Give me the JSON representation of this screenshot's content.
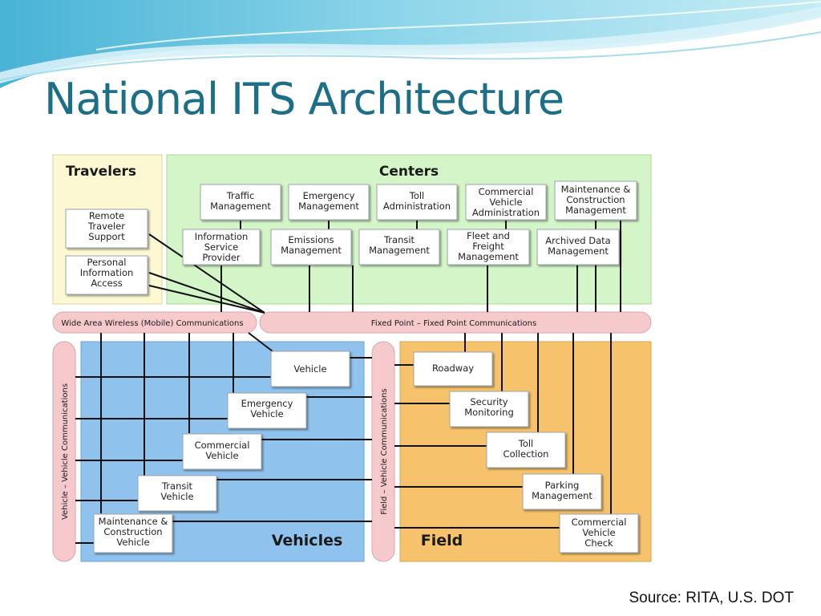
{
  "slide": {
    "title": "National ITS Architecture",
    "source": "Source: RITA, U.S. DOT"
  },
  "colors": {
    "title": "#1d6f87",
    "travelers_bg": "#fbf8d2",
    "centers_bg": "#d3f5c8",
    "vehicles_bg": "#8fc3ee",
    "field_bg": "#f6c26c",
    "communications_bar": "#f6c9cd"
  },
  "diagram": {
    "regions": {
      "travelers": "Travelers",
      "centers": "Centers",
      "vehicles": "Vehicles",
      "field": "Field"
    },
    "communications": {
      "wide_area_wireless": "Wide Area Wireless (Mobile) Communications",
      "fixed_point": "Fixed Point – Fixed Point Communications",
      "vehicle_vehicle": "Vehicle – Vehicle Communications",
      "field_vehicle": "Field – Vehicle Communications"
    },
    "travelers": [
      {
        "lines": [
          "Remote",
          "Traveler",
          "Support"
        ]
      },
      {
        "lines": [
          "Personal",
          "Information",
          "Access"
        ]
      }
    ],
    "centers": [
      {
        "lines": [
          "Traffic",
          "Management"
        ]
      },
      {
        "lines": [
          "Emergency",
          "Management"
        ]
      },
      {
        "lines": [
          "Toll",
          "Administration"
        ]
      },
      {
        "lines": [
          "Commercial",
          "Vehicle",
          "Administration"
        ]
      },
      {
        "lines": [
          "Maintenance &",
          "Construction",
          "Management"
        ]
      },
      {
        "lines": [
          "Information",
          "Service",
          "Provider"
        ]
      },
      {
        "lines": [
          "Emissions",
          "Management"
        ]
      },
      {
        "lines": [
          "Transit",
          "Management"
        ]
      },
      {
        "lines": [
          "Fleet and",
          "Freight",
          "Management"
        ]
      },
      {
        "lines": [
          "Archived Data",
          "Management"
        ]
      }
    ],
    "vehicles": [
      {
        "lines": [
          "Vehicle"
        ]
      },
      {
        "lines": [
          "Emergency",
          "Vehicle"
        ]
      },
      {
        "lines": [
          "Commercial",
          "Vehicle"
        ]
      },
      {
        "lines": [
          "Transit",
          "Vehicle"
        ]
      },
      {
        "lines": [
          "Maintenance &",
          "Construction",
          "Vehicle"
        ]
      }
    ],
    "field": [
      {
        "lines": [
          "Roadway"
        ]
      },
      {
        "lines": [
          "Security",
          "Monitoring"
        ]
      },
      {
        "lines": [
          "Toll",
          "Collection"
        ]
      },
      {
        "lines": [
          "Parking",
          "Management"
        ]
      },
      {
        "lines": [
          "Commercial",
          "Vehicle",
          "Check"
        ]
      }
    ]
  }
}
